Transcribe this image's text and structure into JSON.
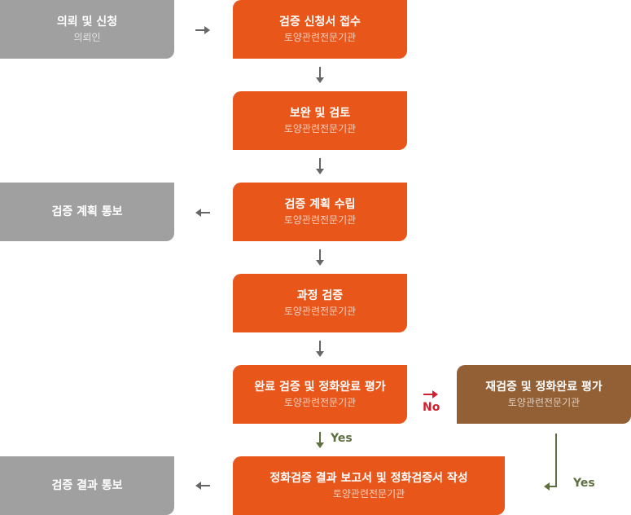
{
  "colors": {
    "orange": "#e9561a",
    "gray": "#a0a0a0",
    "brown": "#935f34",
    "green": "#5e7041",
    "red": "#d0202f"
  },
  "org_sub": "토양관련전문기관",
  "steps": [
    {
      "title": "의뢰 및 신청",
      "sub": "의뢰인"
    },
    {
      "title": "검증 신청서 접수"
    },
    {
      "title": "보완 및 검토"
    },
    {
      "title": "검증 계획 수립"
    },
    {
      "title": "검증 계획 통보"
    },
    {
      "title": "과정 검증"
    },
    {
      "title": "완료 검증 및 정화완료 평가"
    },
    {
      "title": "재검증 및 정화완료 평가"
    },
    {
      "title": "정화검증 결과 보고서 및 정화검증서 작성"
    },
    {
      "title": "검증 결과 통보"
    }
  ],
  "labels": {
    "no": "No",
    "yes": "Yes",
    "yes2": "Yes"
  }
}
